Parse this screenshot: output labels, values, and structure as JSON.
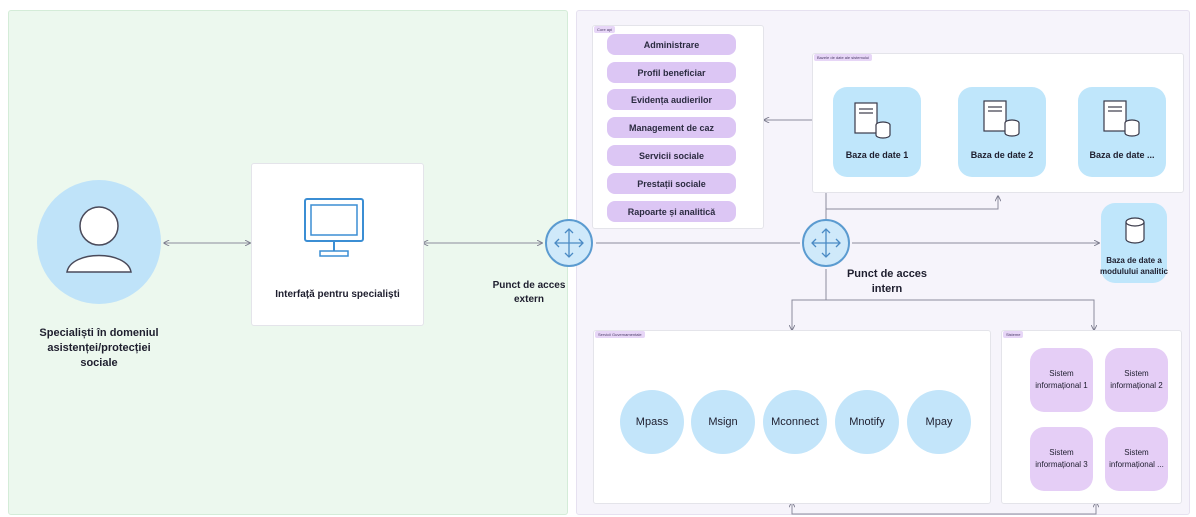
{
  "user": {
    "label": "Specialiști în domeniul asistenței/protecției sociale"
  },
  "interface": {
    "label": "Interfață pentru specialiști"
  },
  "external_access": {
    "label": "Punct de acces extern"
  },
  "internal_access": {
    "label": "Punct de acces intern"
  },
  "modules": {
    "tag": "Core api",
    "items": [
      "Administrare",
      "Profil beneficiar",
      "Evidența audierilor",
      "Management de caz",
      "Servicii sociale",
      "Prestații sociale",
      "Rapoarte și analitică"
    ]
  },
  "databases": {
    "tag": "Bazele de date ale sistemului",
    "items": [
      "Baza de date 1",
      "Baza de date 2",
      "Baza de date ..."
    ]
  },
  "analytic_db": {
    "label": "Baza de date a modulului analitic"
  },
  "gov_services": {
    "tag": "Servicii Guvernamentale",
    "items": [
      "Mpass",
      "Msign",
      "Mconnect",
      "Mnotify",
      "Mpay"
    ]
  },
  "external_systems": {
    "tag": "Sisteme",
    "items": [
      "Sistem informațional 1",
      "Sistem informațional 2",
      "Sistem informațional 3",
      "Sistem informațional ..."
    ]
  },
  "colors": {
    "left_zone": "#ecf8ee",
    "right_zone": "#f6f4fb",
    "pill": "#dcc6f4",
    "db": "#bfe6fb",
    "node": "#c3e5fa",
    "system": "#e5cef6"
  }
}
